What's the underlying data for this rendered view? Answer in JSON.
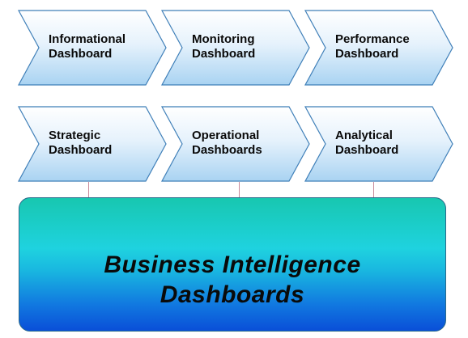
{
  "chevrons": [
    {
      "line1": "Informational",
      "line2": "Dashboard"
    },
    {
      "line1": "Monitoring",
      "line2": "Dashboard"
    },
    {
      "line1": "Performance",
      "line2": "Dashboard"
    },
    {
      "line1": "Strategic",
      "line2": "Dashboard"
    },
    {
      "line1": "Operational",
      "line2": "Dashboards"
    },
    {
      "line1": "Analytical",
      "line2": "Dashboard"
    }
  ],
  "main_box": {
    "line1": "Business Intelligence",
    "line2": "Dashboards"
  },
  "colors": {
    "chevron_fill_top": "#ffffff",
    "chevron_fill_bottom": "#a9d3f2",
    "chevron_stroke": "#3f7fb8",
    "box_top": "#18c7b0",
    "box_mid": "#1fd2df",
    "box_bottom": "#0a4fd8",
    "connector": "#c88a9a"
  }
}
